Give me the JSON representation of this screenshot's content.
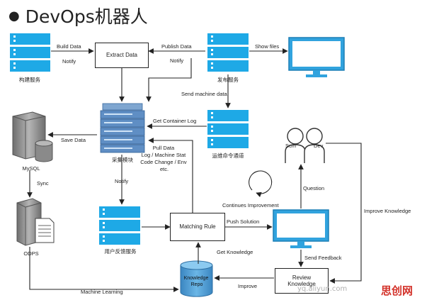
{
  "title": "DevOps机器人",
  "nodes": {
    "build_service": "构建服务",
    "extract_data": "Extract Data",
    "publish_service": "发布服务",
    "collect_module": "采集模块",
    "ops_channel": "运维命令通道",
    "mysql": "MySQL",
    "odps": "ODPS",
    "feedback_service": "用户反馈服务",
    "matching_rule": "Matching Rule",
    "review_knowledge": "Review\nKnowledge",
    "knowledge_repo": "Knowledge\nRepo",
    "scm": "Scm",
    "dev": "Dev"
  },
  "edges": {
    "build_data": "Build Data",
    "notify_build": "Notify",
    "publish_data": "Publish Data",
    "notify_publish": "Notify",
    "show_files": "Show files",
    "send_machine_data": "Send machine data",
    "get_container_log": "Get Container Log",
    "save_data": "Save Data",
    "sync": "Sync",
    "notify_collect": "Notify",
    "pull_data": "Pull Data\nLog / Machine Stat\nCode Change / Env\netc.",
    "continues_improvement": "Continues Improvement",
    "push_solution": "Push Solution",
    "question": "Question",
    "send_feedback": "Send Feedback",
    "get_knowledge": "Get Knowledge",
    "improve": "Improve",
    "machine_learning": "Machine Learning",
    "improve_knowledge": "Improve Knowledge"
  },
  "watermark": {
    "url_text": "yq.aliyun.com",
    "brand": "思创网"
  },
  "colors": {
    "server_blue": "#1ea9e6",
    "monitor_blue": "#31a3de",
    "cylinder_blue": "#4a9bd2",
    "mysql_gray": "#8f8f8f",
    "brand_red": "#d3322a"
  }
}
